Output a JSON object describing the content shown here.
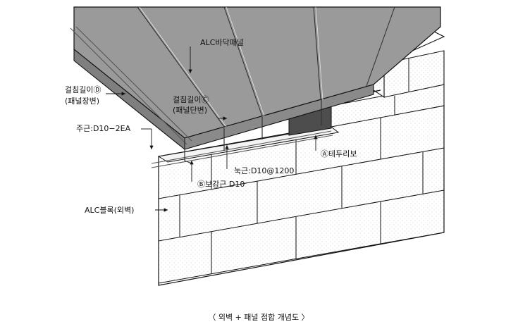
{
  "labels": {
    "panel": "ALC바닥패널",
    "overlap_long_1": "걸침길이Ⓓ",
    "overlap_long_2": "(패널장변)",
    "overlap_short_1": "걸침길이Ⓒ",
    "overlap_short_2": "(패널단변)",
    "main_bar": "주근:D10−2EA",
    "anchor": "눅근:D10@1200",
    "reinforce": "Ⓑ보강근 D10",
    "ring_beam": "Ⓐ테두리보",
    "block": "ALC블록(외벽)"
  },
  "caption": "〈 외벽 + 패널 접합 개념도 〉",
  "colors": {
    "panel_top": "#9a9a9a",
    "panel_side": "#7f7f7f",
    "ring_beam": "#4d4d4d",
    "block_face": "#ffffff",
    "line": "#111111"
  }
}
